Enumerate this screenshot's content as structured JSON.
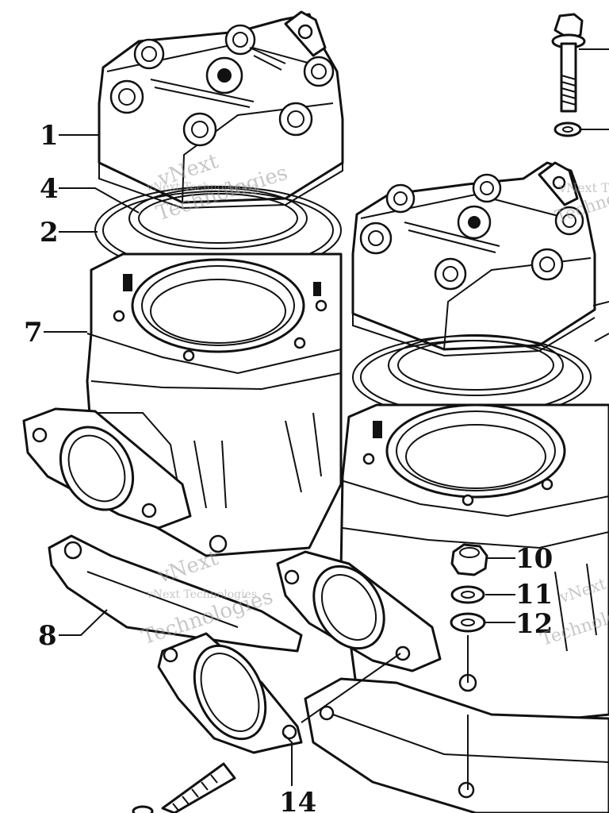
{
  "callouts": [
    {
      "id": "c1",
      "label": "1"
    },
    {
      "id": "c4",
      "label": "4"
    },
    {
      "id": "c2",
      "label": "2"
    },
    {
      "id": "c7",
      "label": "7"
    },
    {
      "id": "c8",
      "label": "8"
    },
    {
      "id": "c10",
      "label": "10"
    },
    {
      "id": "c11",
      "label": "11"
    },
    {
      "id": "c12",
      "label": "12"
    },
    {
      "id": "c14",
      "label": "14"
    }
  ],
  "watermark": {
    "brand": "vNext",
    "tagline": "Technologies",
    "full": "vNext Technologies"
  },
  "colors": {
    "ink": "#111111",
    "paper": "#ffffff",
    "watermark": "#9a9a9a"
  }
}
